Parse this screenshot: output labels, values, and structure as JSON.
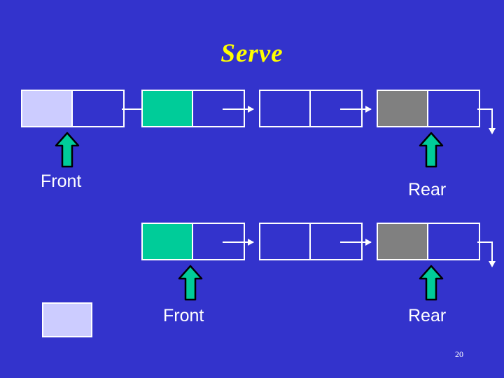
{
  "slide": {
    "title": "Serve",
    "page_number": "20",
    "background_color": "#3333cc",
    "title_color": "#ffff00",
    "label_color": "#ffffff"
  },
  "colors": {
    "lavender": "#ccccff",
    "green": "#00cc99",
    "grey": "#808080",
    "outline": "#ffffff",
    "arrow_fill": "#00cc99",
    "arrow_stroke": "#000000"
  },
  "top_row": {
    "nodes": [
      {
        "name": "node-1",
        "data_fill": "lavender",
        "pointer_fill": "none"
      },
      {
        "name": "node-2",
        "data_fill": "green",
        "pointer_fill": "none"
      },
      {
        "name": "node-3",
        "data_fill": "none",
        "pointer_fill": "none"
      },
      {
        "name": "node-4",
        "data_fill": "grey",
        "pointer_fill": "none"
      }
    ],
    "labels": {
      "front": "Front",
      "rear": "Rear"
    }
  },
  "bottom_row": {
    "nodes": [
      {
        "name": "node-1",
        "data_fill": "green",
        "pointer_fill": "none"
      },
      {
        "name": "node-2",
        "data_fill": "none",
        "pointer_fill": "none"
      },
      {
        "name": "node-3",
        "data_fill": "grey",
        "pointer_fill": "none"
      }
    ],
    "labels": {
      "front": "Front",
      "rear": "Rear"
    },
    "detached_node": {
      "name": "detached-node",
      "fill": "lavender"
    }
  }
}
